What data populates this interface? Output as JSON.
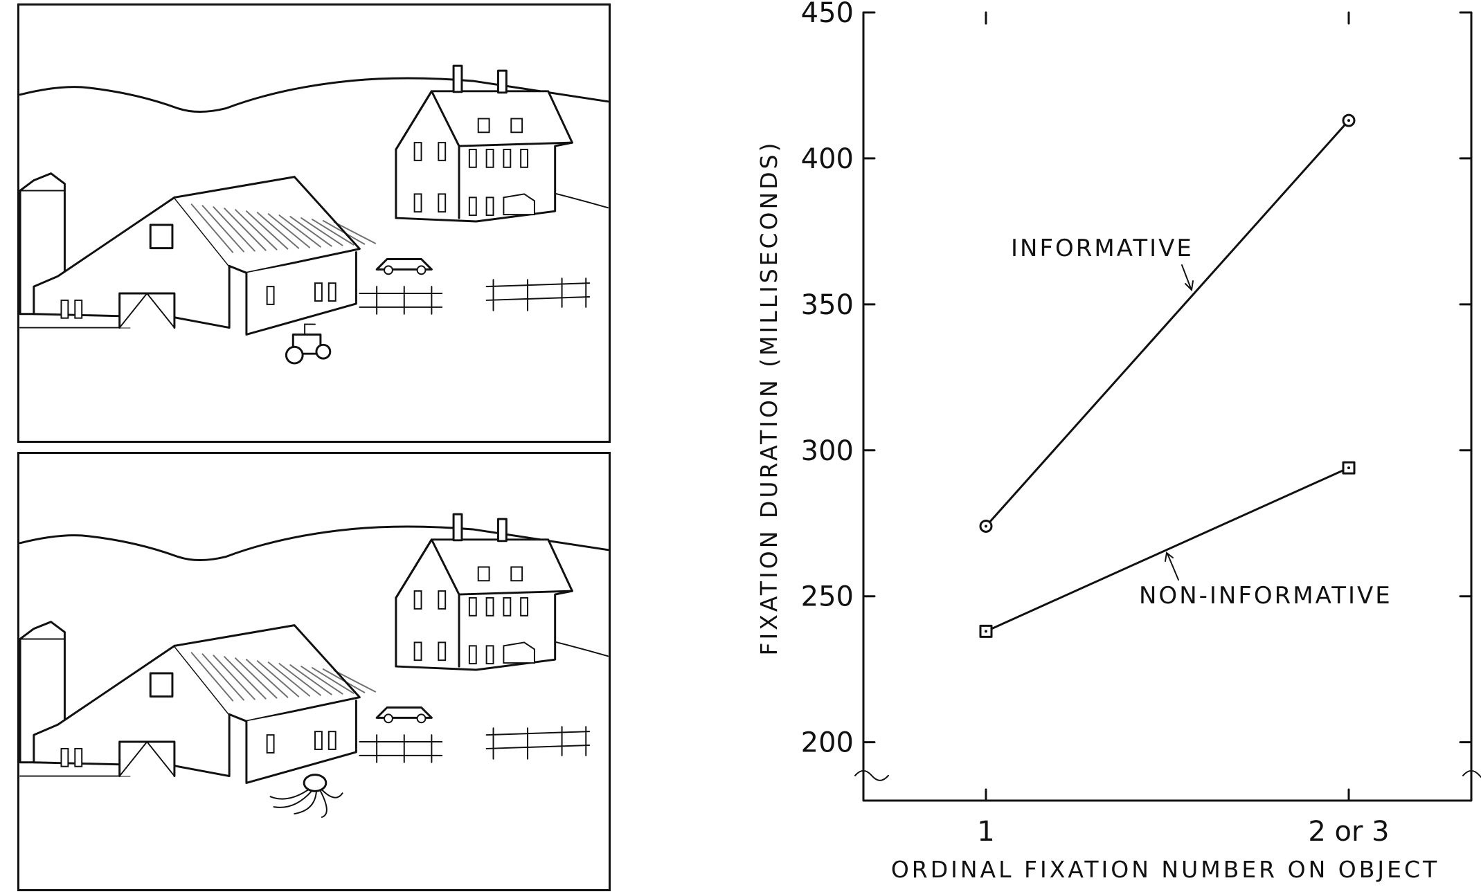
{
  "chart_data": {
    "type": "line",
    "x": [
      "1",
      "2 or 3"
    ],
    "xlabel": "ORDINAL FIXATION NUMBER ON OBJECT",
    "ylabel": "FIXATION DURATION (MILLISECONDS)",
    "ylim": [
      180,
      450
    ],
    "yticks": [
      200,
      250,
      300,
      350,
      400,
      450
    ],
    "grid": false,
    "series": [
      {
        "name": "INFORMATIVE",
        "marker": "circle",
        "values": [
          274,
          413
        ]
      },
      {
        "name": "NON-INFORMATIVE",
        "marker": "square",
        "values": [
          238,
          294
        ]
      }
    ]
  },
  "scenes": [
    {
      "id": "top",
      "object_near_barn": "tractor"
    },
    {
      "id": "bottom",
      "object_near_barn": "octopus"
    }
  ]
}
